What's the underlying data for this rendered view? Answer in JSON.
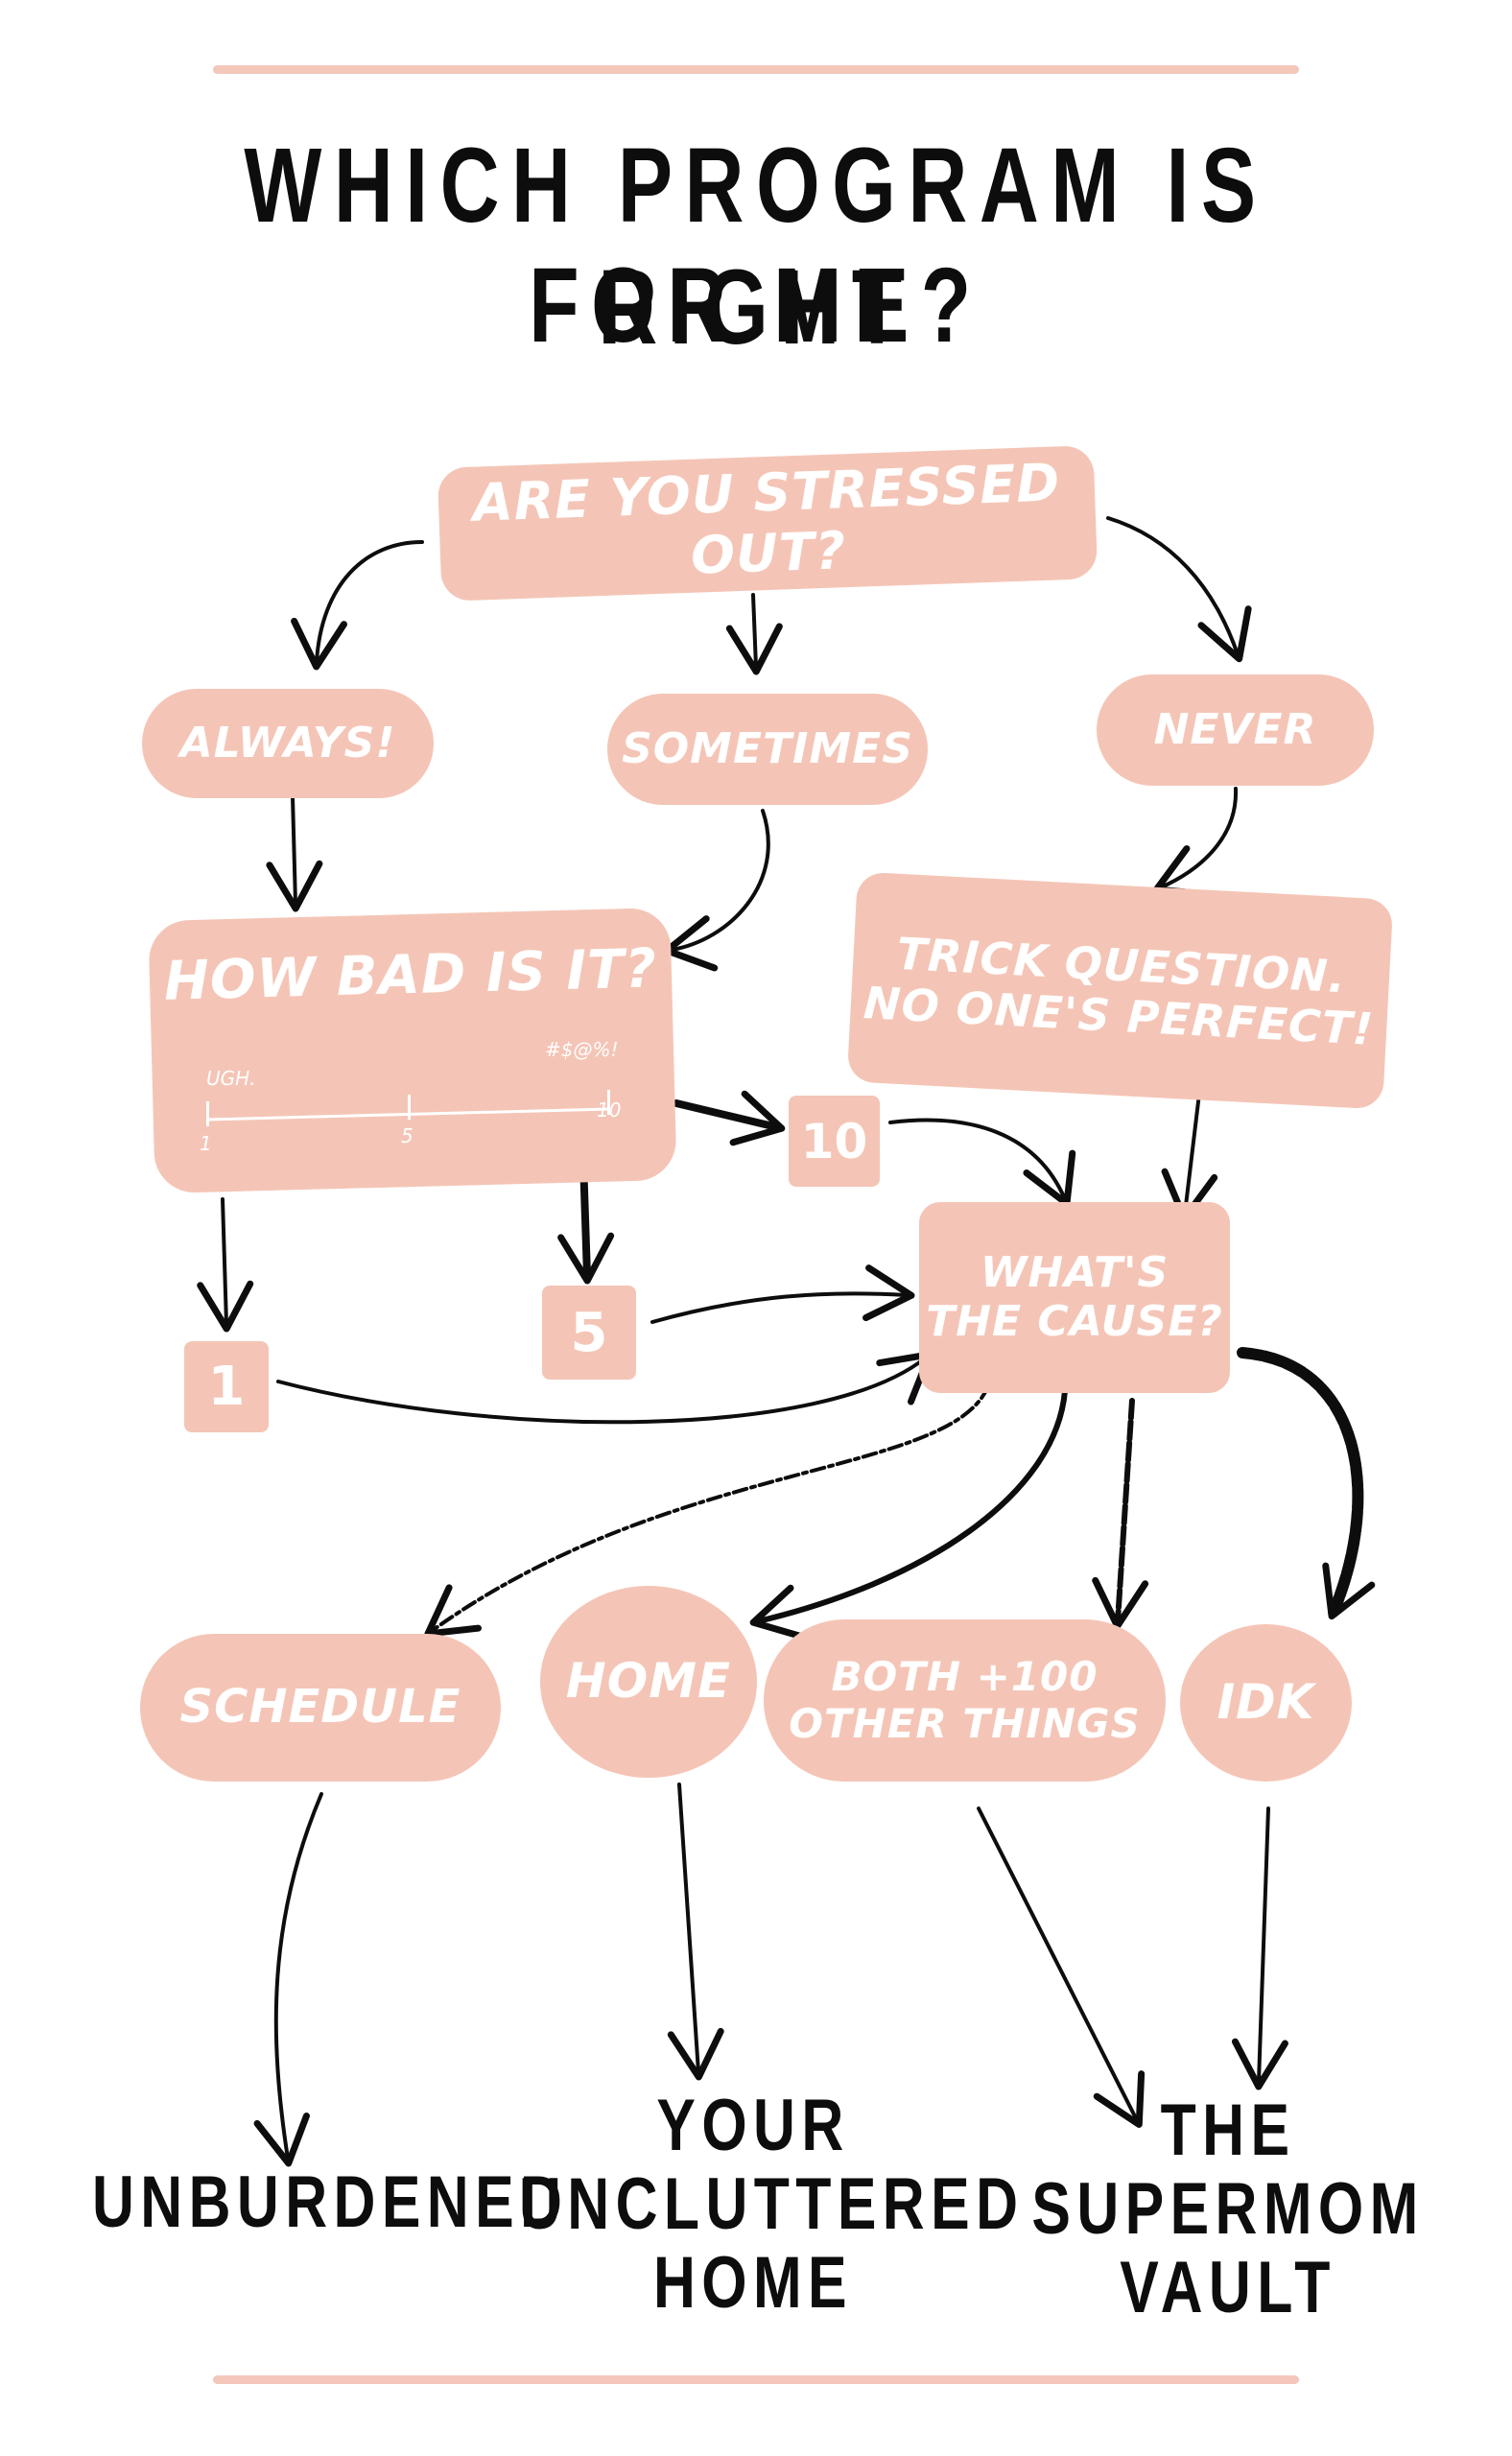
{
  "title": {
    "line1": "WHICH PROGRAM IS RIGHT",
    "line2": "FOR ME?"
  },
  "nodes": {
    "start": "ARE YOU STRESSED OUT?",
    "always": "ALWAYS!",
    "sometimes": "SOMETIMES",
    "never": "NEVER",
    "how_bad": "HOW BAD IS IT?",
    "trick_line1": "TRICK QUESTION.",
    "trick_line2": "NO ONE'S PERFECT!",
    "cause_line1": "WHAT'S",
    "cause_line2": "THE CAUSE?",
    "schedule": "SCHEDULE",
    "home": "HOME",
    "both_line1": "BOTH +100",
    "both_line2": "OTHER THINGS",
    "idk": "IDK"
  },
  "scale": {
    "low_label": "UGH.",
    "high_label": "#$@%!",
    "tick_1": "1",
    "tick_5": "5",
    "tick_10": "10"
  },
  "numbers": {
    "ten": "10",
    "five": "5",
    "one": "1"
  },
  "results": {
    "unburdened": "UNBURDENED",
    "your_uncluttered_home": [
      "YOUR",
      "UNCLUTTERED",
      "HOME"
    ],
    "supermom_vault": [
      "THE",
      "SUPERMOM",
      "VAULT"
    ]
  },
  "colors": {
    "node_fill": "#f4c5b6",
    "rule": "#f4c7bb",
    "ink": "#0d0d0d"
  }
}
